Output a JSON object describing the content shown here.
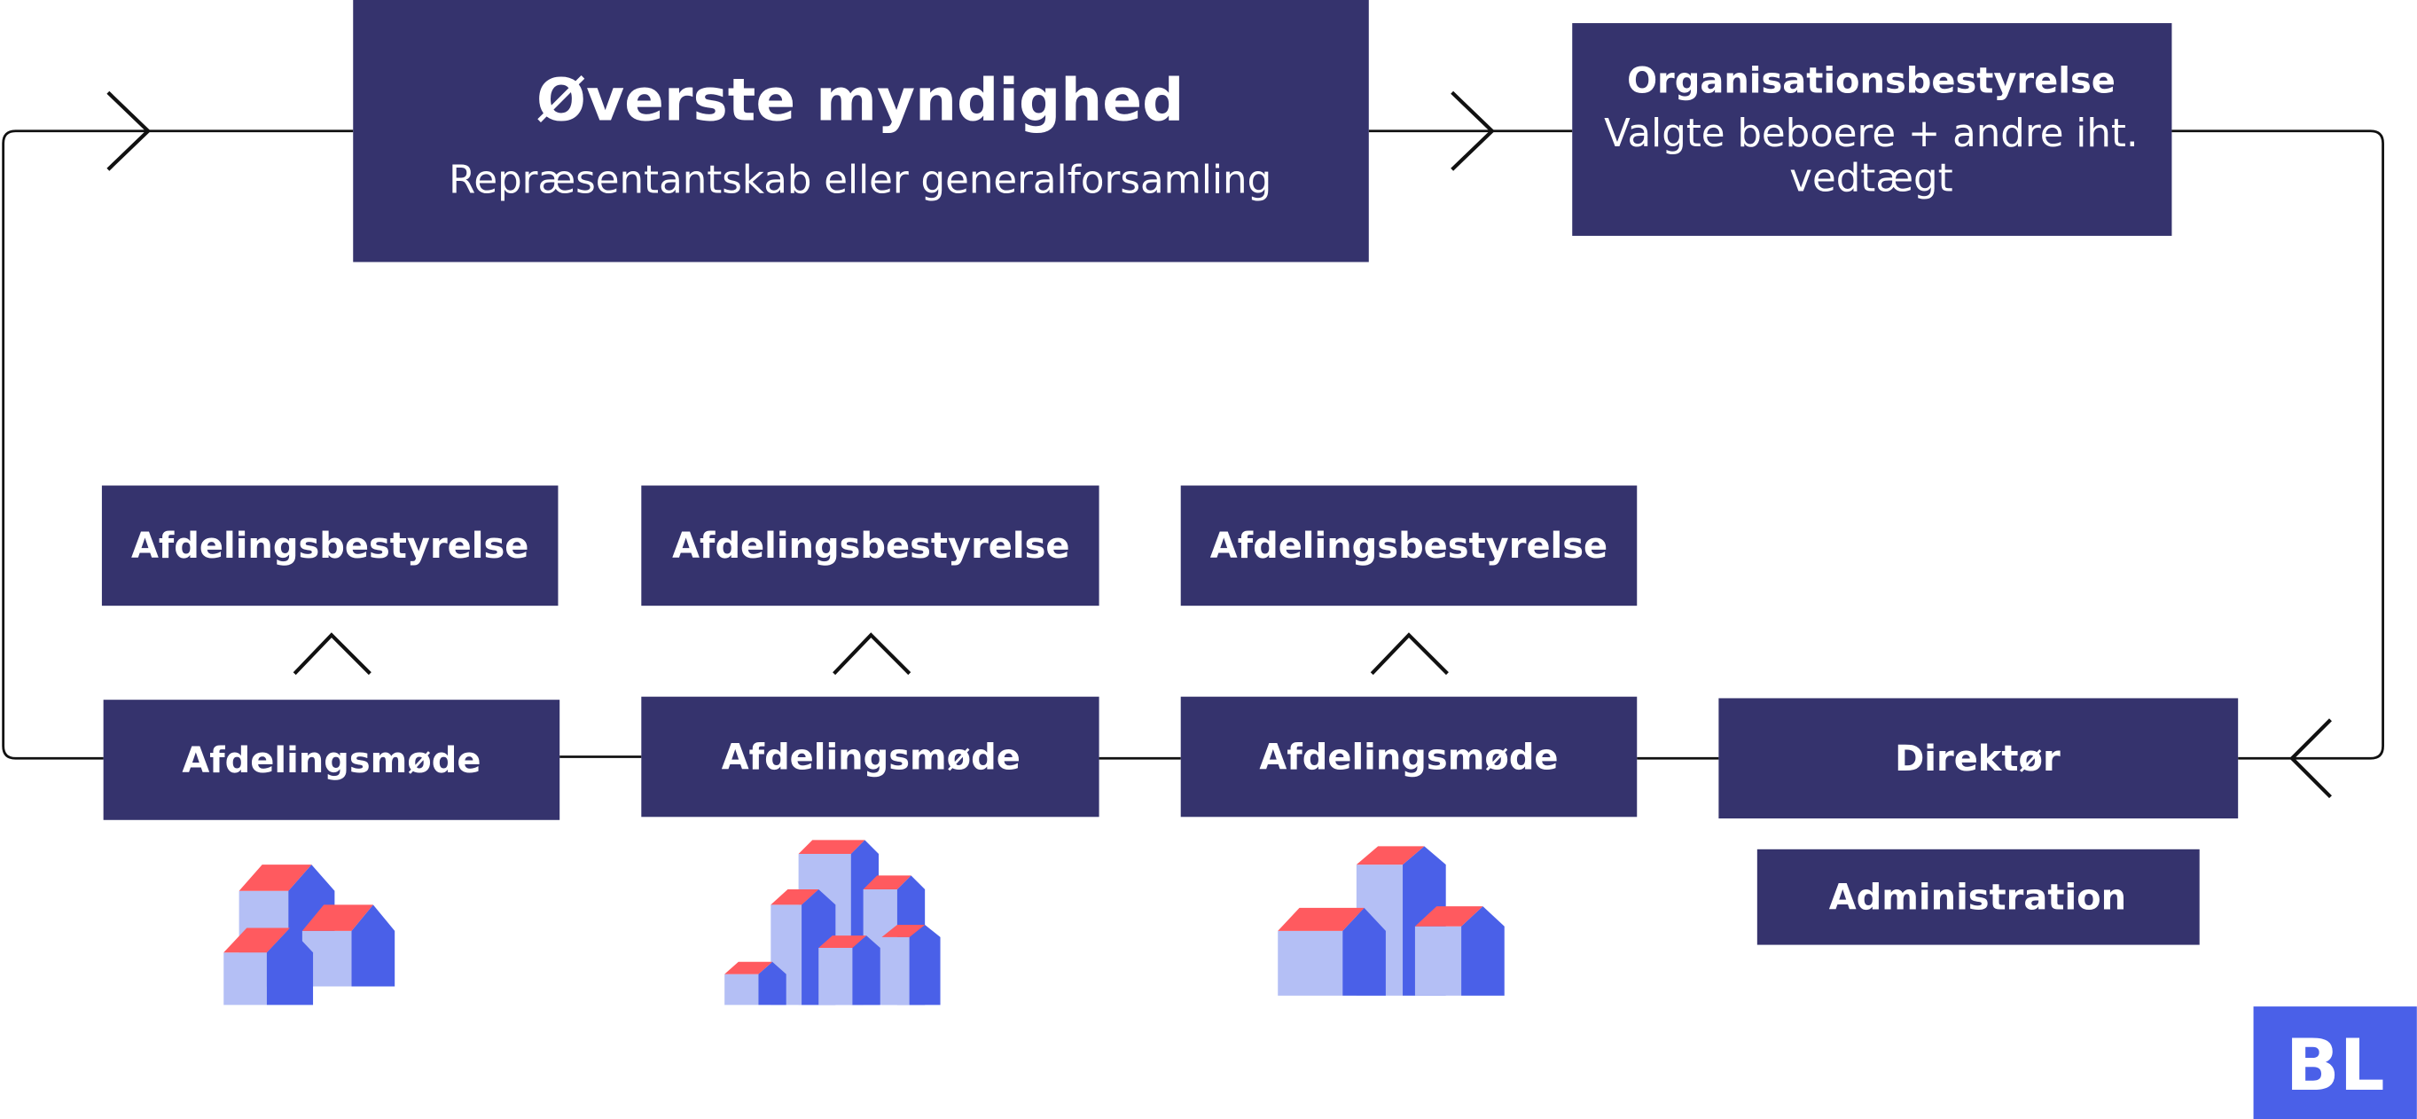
{
  "top_authority": {
    "title": "Øverste myndighed",
    "subtitle": "Repræsentantskab eller generalforsamling"
  },
  "org_board": {
    "title": "Organisationsbestyrelse",
    "line1": "Valgte beboere + andre iht.",
    "line2": "vedtægt"
  },
  "departments": [
    {
      "board": "Afdelingsbestyrelse",
      "meeting": "Afdelingsmøde"
    },
    {
      "board": "Afdelingsbestyrelse",
      "meeting": "Afdelingsmøde"
    },
    {
      "board": "Afdelingsbestyrelse",
      "meeting": "Afdelingsmøde"
    }
  ],
  "director": "Direktør",
  "administration": "Administration",
  "logo": "BL",
  "colors": {
    "navy": "#35336d",
    "blue": "#4a60e8",
    "light_blue": "#b4bff5",
    "red": "#ff5a5f"
  }
}
